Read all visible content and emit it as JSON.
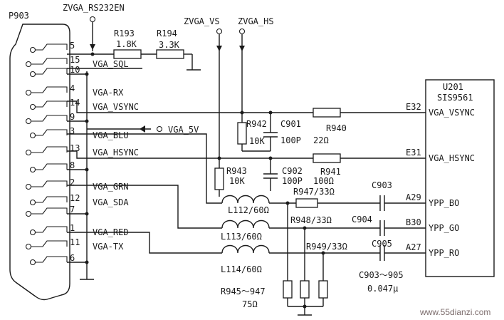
{
  "connector": {
    "ref": "P903",
    "pins": [
      {
        "num": "5",
        "signal": ""
      },
      {
        "num": "15",
        "signal": "VGA_SQL"
      },
      {
        "num": "10",
        "signal": ""
      },
      {
        "num": "4",
        "signal": "VGA-RX"
      },
      {
        "num": "14",
        "signal": "VGA_VSYNC"
      },
      {
        "num": "9",
        "signal": ""
      },
      {
        "num": "3",
        "signal": "VGA_BLU"
      },
      {
        "num": "13",
        "signal": "VGA_HSYNC"
      },
      {
        "num": "8",
        "signal": ""
      },
      {
        "num": "2",
        "signal": "VGA_GRN"
      },
      {
        "num": "12",
        "signal": "VGA_SDA"
      },
      {
        "num": "7",
        "signal": ""
      },
      {
        "num": "1",
        "signal": "VGA_RED"
      },
      {
        "num": "11",
        "signal": "VGA-TX"
      },
      {
        "num": "6",
        "signal": ""
      }
    ]
  },
  "nets": {
    "rs232": "ZVGA_RS232EN",
    "vs": "ZVGA_VS",
    "hs": "ZVGA_HS",
    "v5": "VGA_5V"
  },
  "parts": {
    "r193": {
      "ref": "R193",
      "value": "1.8K"
    },
    "r194": {
      "ref": "R194",
      "value": "3.3K"
    },
    "r942": {
      "ref": "R942",
      "value": "10K"
    },
    "c901": {
      "ref": "C901",
      "value": "100P"
    },
    "r940": {
      "ref": "R940",
      "value": "22Ω"
    },
    "r943": {
      "ref": "R943",
      "value": "10K"
    },
    "c902": {
      "ref": "C902",
      "value": "100P"
    },
    "r941": {
      "ref": "R941",
      "value": "100Ω"
    },
    "r947": "R947/33Ω",
    "r948": "R948/33Ω",
    "r949": "R949/33Ω",
    "c903": "C903",
    "c904": "C904",
    "c905": "C905",
    "l112": "L112/60Ω",
    "l113": "L113/60Ω",
    "l114": "L114/60Ω",
    "r945": {
      "ref": "R945～947",
      "value": "75Ω"
    },
    "c903_905": {
      "ref": "C903～905",
      "value": "0.047μ"
    }
  },
  "ic": {
    "ref": "U201",
    "part": "SIS9561",
    "pins": [
      {
        "num": "E32",
        "name": "VGA_VSYNC"
      },
      {
        "num": "E31",
        "name": "VGA_HSYNC"
      },
      {
        "num": "A29",
        "name": "YPP_BO"
      },
      {
        "num": "B30",
        "name": "YPP_GO"
      },
      {
        "num": "A27",
        "name": "YPP_RO"
      }
    ]
  },
  "watermark": "www.55dianzi.com"
}
